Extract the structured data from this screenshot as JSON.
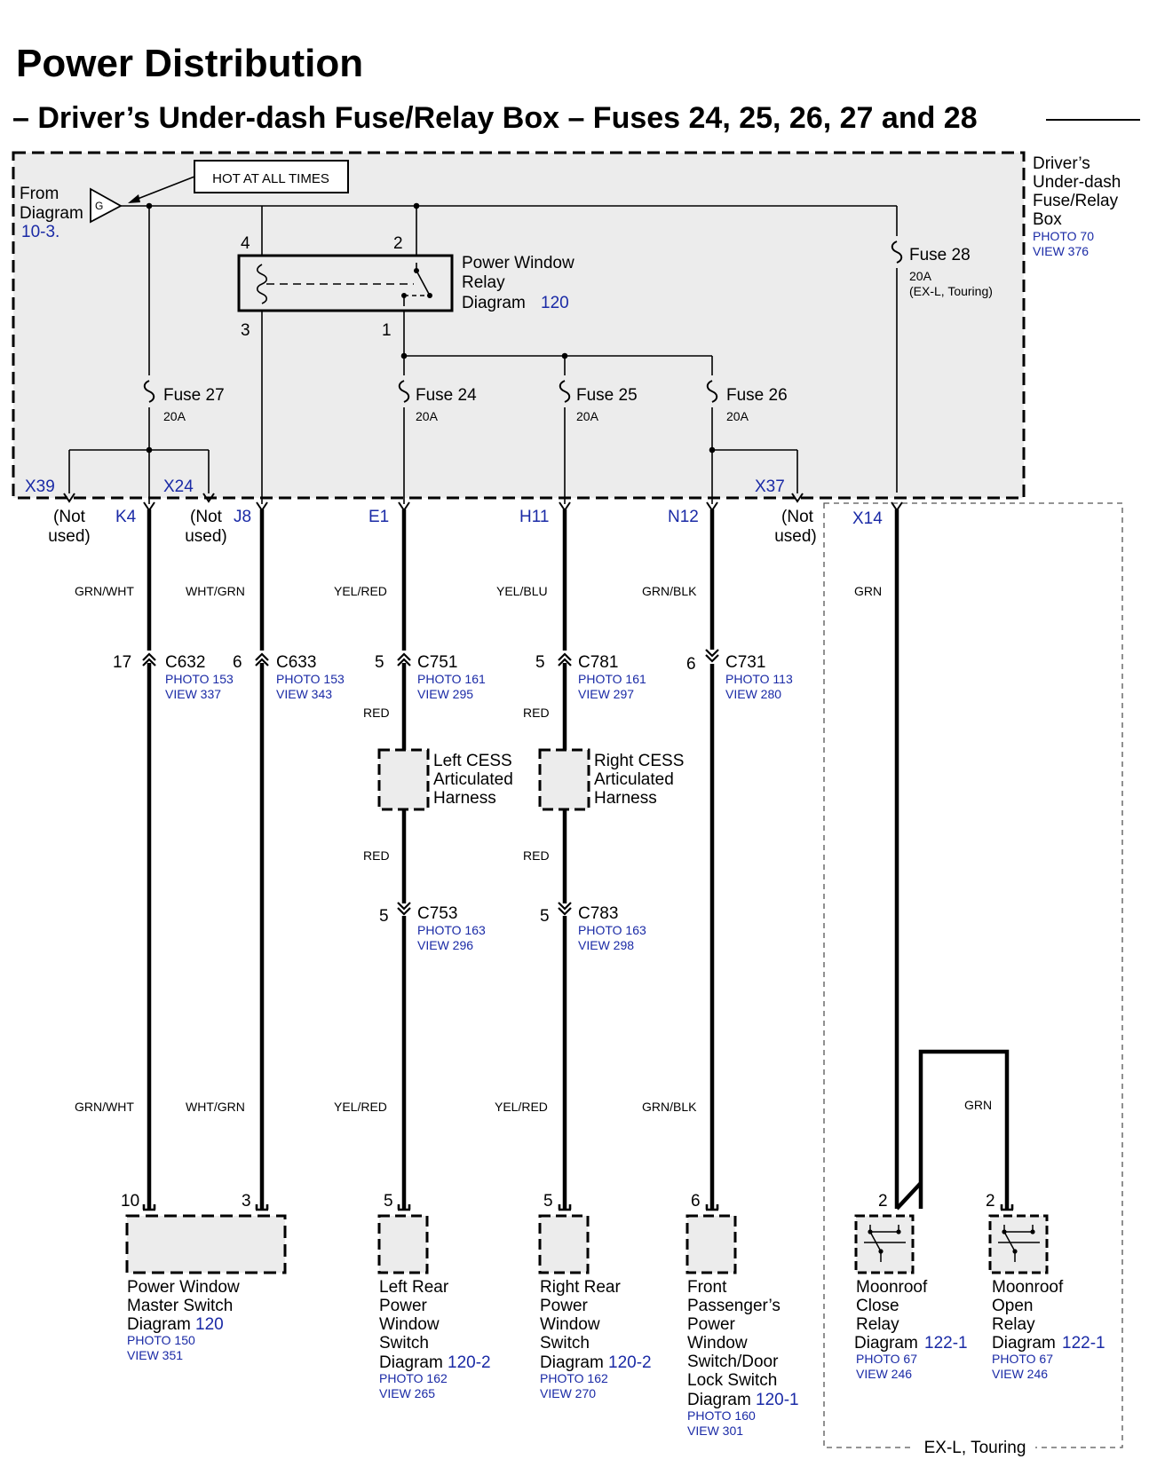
{
  "title": "Power Distribution",
  "subtitle": "– Driver’s Under-dash Fuse/Relay Box – Fuses 24, 25, 26, 27 and 28",
  "fusebox": {
    "name_lines": [
      "Driver’s",
      "Under-dash",
      "Fuse/Relay",
      "Box"
    ],
    "photo": "PHOTO 70",
    "view": "VIEW 376"
  },
  "hot_label": "HOT AT ALL TIMES",
  "source": {
    "lines": [
      "From",
      "Diagram"
    ],
    "ref": "10-3.",
    "symbol": "G"
  },
  "relay": {
    "lines": [
      "Power Window",
      "Relay",
      "Diagram"
    ],
    "ref": "120",
    "pins": [
      "4",
      "2",
      "3",
      "1"
    ]
  },
  "fuses": [
    {
      "name": "Fuse 27",
      "rating": "20A"
    },
    {
      "name": "Fuse 24",
      "rating": "20A"
    },
    {
      "name": "Fuse 25",
      "rating": "20A"
    },
    {
      "name": "Fuse 26",
      "rating": "20A"
    },
    {
      "name": "Fuse 28",
      "rating": "20A",
      "note": "(EX-L, Touring)"
    }
  ],
  "terminals": {
    "x39": "X39",
    "x24": "X24",
    "x37": "X37",
    "k4": "K4",
    "j8": "J8",
    "e1": "E1",
    "h11": "H11",
    "n12": "N12",
    "x14": "X14"
  },
  "not_used": [
    "(Not",
    "used)"
  ],
  "wires": {
    "grn_wht": "GRN/WHT",
    "wht_grn": "WHT/GRN",
    "yel_red": "YEL/RED",
    "yel_blu": "YEL/BLU",
    "grn_blk": "GRN/BLK",
    "grn": "GRN",
    "red": "RED"
  },
  "connectors": [
    {
      "name": "C632",
      "pin": "17",
      "photo": "PHOTO 153",
      "view": "VIEW 337"
    },
    {
      "name": "C633",
      "pin": "6",
      "photo": "PHOTO 153",
      "view": "VIEW 343"
    },
    {
      "name": "C751",
      "pin": "5",
      "photo": "PHOTO 161",
      "view": "VIEW 295"
    },
    {
      "name": "C781",
      "pin": "5",
      "photo": "PHOTO 161",
      "view": "VIEW 297"
    },
    {
      "name": "C731",
      "pin": "6",
      "photo": "PHOTO 113",
      "view": "VIEW 280"
    },
    {
      "name": "C753",
      "pin": "5",
      "photo": "PHOTO 163",
      "view": "VIEW 296"
    },
    {
      "name": "C783",
      "pin": "5",
      "photo": "PHOTO 163",
      "view": "VIEW 298"
    }
  ],
  "harnesses": [
    {
      "lines": [
        "Left CESS",
        "Articulated",
        "Harness"
      ]
    },
    {
      "lines": [
        "Right CESS",
        "Articulated",
        "Harness"
      ]
    }
  ],
  "components": [
    {
      "lines": [
        "Power Window",
        "Master Switch",
        "Diagram"
      ],
      "ref": "120",
      "photo": "PHOTO 150",
      "view": "VIEW 351",
      "pins": [
        "10",
        "3"
      ]
    },
    {
      "lines": [
        "Left Rear",
        "Power",
        "Window",
        "Switch",
        "Diagram"
      ],
      "ref": "120-2",
      "photo": "PHOTO 162",
      "view": "VIEW 265",
      "pins": [
        "5"
      ]
    },
    {
      "lines": [
        "Right Rear",
        "Power",
        "Window",
        "Switch",
        "Diagram"
      ],
      "ref": "120-2",
      "photo": "PHOTO 162",
      "view": "VIEW 270",
      "pins": [
        "5"
      ]
    },
    {
      "lines": [
        "Front",
        "Passenger’s",
        "Power",
        "Window",
        "Switch/Door",
        "Lock Switch",
        "Diagram"
      ],
      "ref": "120-1",
      "photo": "PHOTO 160",
      "view": "VIEW 301",
      "pins": [
        "6"
      ]
    },
    {
      "lines": [
        "Moonroof",
        "Close",
        "Relay",
        "Diagram"
      ],
      "ref": "122-1",
      "photo": "PHOTO 67",
      "view": "VIEW 246",
      "pins": [
        "2"
      ]
    },
    {
      "lines": [
        "Moonroof",
        "Open",
        "Relay",
        "Diagram"
      ],
      "ref": "122-1",
      "photo": "PHOTO 67",
      "view": "VIEW 246",
      "pins": [
        "2"
      ]
    }
  ],
  "option_label": "EX-L, Touring",
  "colors": {
    "ink": "#000000",
    "link": "#1a2aa6",
    "box_fill": "#ececec"
  }
}
